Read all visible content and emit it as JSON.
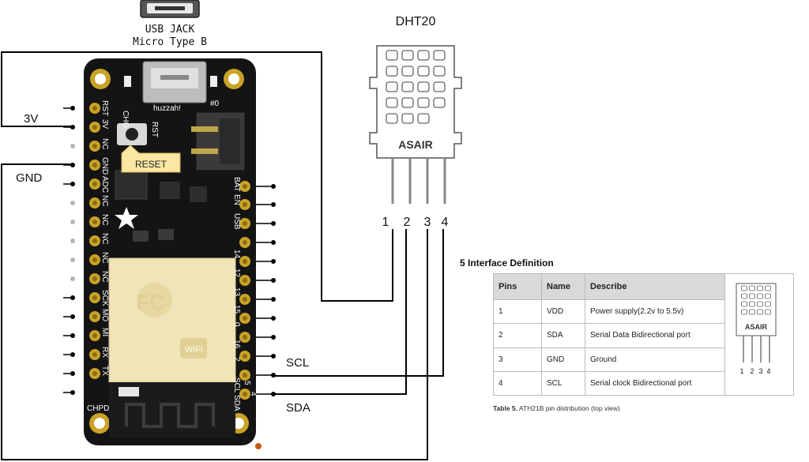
{
  "usb": {
    "line1": "USB JACK",
    "line2": "Micro Type B"
  },
  "board": {
    "name": "huzzah!",
    "reset_button": "RESET",
    "marks": {
      "chg": "CHG",
      "rst": "RST",
      "hash0": "#0",
      "chpd": "CHPD"
    },
    "left_pins": [
      "RST",
      "3V",
      "NC",
      "GND",
      "ADC",
      "NC",
      "NC",
      "NC",
      "NC",
      "NC",
      "SCK",
      "MO",
      "MI",
      "RX",
      "TX"
    ],
    "right_pins": [
      "BAT",
      "EN",
      "USB",
      "14",
      "12",
      "13",
      "15",
      "0",
      "16",
      "2",
      "5",
      "4",
      "SCL",
      "SDA"
    ]
  },
  "wires": {
    "v3": "3V",
    "gnd": "GND",
    "scl": "SCL",
    "sda": "SDA"
  },
  "sensor": {
    "title": "DHT20",
    "brand": "ASAIR",
    "pins": [
      "1",
      "2",
      "3",
      "4"
    ]
  },
  "table": {
    "title": "5 Interface Definition",
    "headers": [
      "Pins",
      "Name",
      "Describe"
    ],
    "rows": [
      [
        "1",
        "VDD",
        "Power supply(2.2v to 5.5v)"
      ],
      [
        "2",
        "SDA",
        "Serial Data Bidirectional port"
      ],
      [
        "3",
        "GND",
        "Ground"
      ],
      [
        "4",
        "SCL",
        "Serial clock Bidirectional port"
      ]
    ],
    "caption_bold": "Table 5.",
    "caption_text": " ATH21B pin distribution (top view)",
    "small_brand": "ASAIR",
    "small_pins": [
      "1",
      "2",
      "3",
      "4"
    ]
  }
}
